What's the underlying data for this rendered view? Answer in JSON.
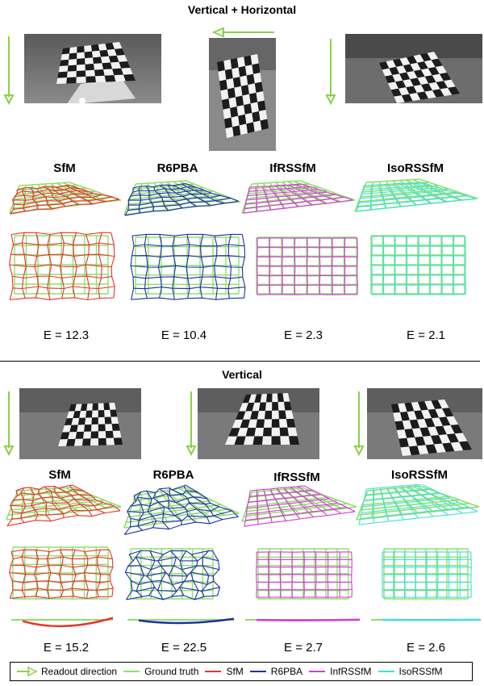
{
  "section1": {
    "title": "Vertical + Horizontal",
    "methods": [
      "SfM",
      "R6PBA",
      "IfRSSfM",
      "IsoRSSfM"
    ],
    "errors": [
      "E = 12.3",
      "E = 10.4",
      "E = 2.3",
      "E = 2.1"
    ]
  },
  "section2": {
    "title": "Vertical",
    "methods": [
      "SfM",
      "R6PBA",
      "IfRSSfM",
      "IsoRSSfM"
    ],
    "errors": [
      "E = 15.2",
      "E = 22.5",
      "E = 2.7",
      "E = 2.6"
    ]
  },
  "legend": {
    "items": [
      {
        "label": "Readout direction",
        "color": "#8bd14a",
        "kind": "arrow"
      },
      {
        "label": "Ground truth",
        "color": "#8ee06a",
        "kind": "line"
      },
      {
        "label": "SfM",
        "color": "#e8322b",
        "kind": "line"
      },
      {
        "label": "R6PBA",
        "color": "#1f2fa8",
        "kind": "line"
      },
      {
        "label": "InfRSSfM",
        "color": "#d63ad6",
        "kind": "line"
      },
      {
        "label": "IsoRSSfM",
        "color": "#3fe0d6",
        "kind": "line"
      }
    ]
  },
  "colors": {
    "ground_truth": "#8ee06a",
    "sfm": "#e8322b",
    "r6pba": "#1f2fa8",
    "infrssfm": "#d63ad6",
    "isorssfm": "#3fe0d6",
    "arrow": "#8bd14a"
  }
}
